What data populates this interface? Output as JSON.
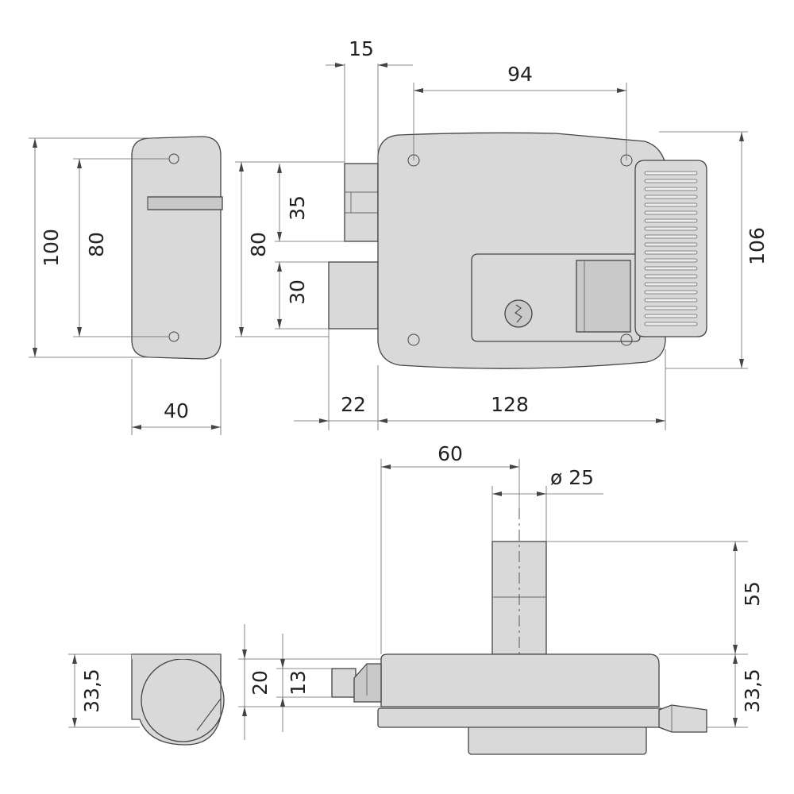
{
  "diagram": {
    "colors": {
      "body": "#d9d9d9",
      "outline": "#444444",
      "dimension": "#666666",
      "text": "#222222"
    },
    "dimensions": {
      "bolt_width": "15",
      "hole_spacing_horizontal": "94",
      "plate_height": "100",
      "plate_hole_spacing": "80",
      "bolt_spacing": "80",
      "upper_bolt_height": "35",
      "lower_bolt_height": "30",
      "case_height": "106",
      "plate_width": "40",
      "bolt_projection": "22",
      "case_width": "128",
      "cylinder_offset": "60",
      "cylinder_diameter": "ø 25",
      "cylinder_length": "55",
      "plate_depth": "33,5",
      "bolt_depth_outer": "20",
      "bolt_depth_inner": "13",
      "case_depth": "33,5"
    }
  }
}
